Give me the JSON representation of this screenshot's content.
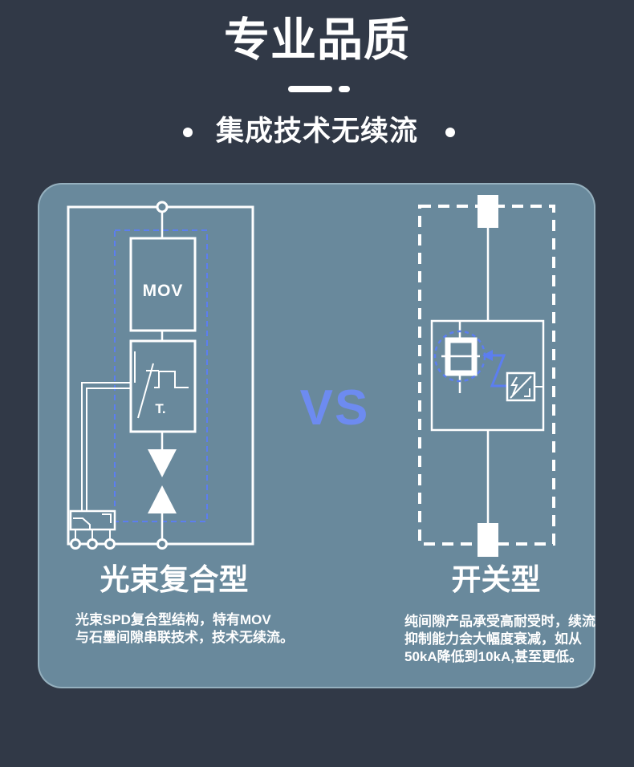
{
  "colors": {
    "page_bg": "#313947",
    "card_bg": "#69899c",
    "accent_blue": "#5c7ef0",
    "vs_blue": "#6d8bf0",
    "line_white": "#ffffff"
  },
  "header": {
    "title": "专业品质",
    "subtitle": "集成技术无续流"
  },
  "comparison": {
    "vs_label": "VS",
    "left": {
      "heading": "光束复合型",
      "diagram": {
        "type": "circuit-schematic",
        "mov_label": "MOV",
        "trigger_label": "T."
      },
      "description_lines": [
        "光束SPD复合型结构，特有MOV",
        "与石墨间隙串联技术，技术无续流。"
      ]
    },
    "right": {
      "heading": "开关型",
      "diagram": {
        "type": "circuit-schematic"
      },
      "description_lines": [
        "纯间隙产品承受高耐受时，续流",
        "抑制能力会大幅度衰减，如从",
        "50kA降低到10kA,甚至更低。"
      ]
    }
  }
}
